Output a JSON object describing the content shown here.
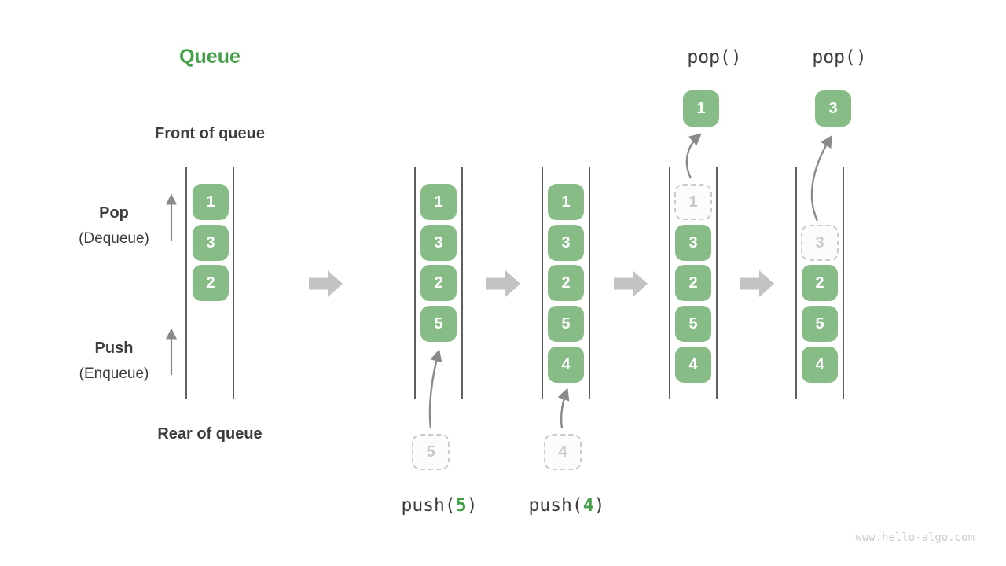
{
  "title": "Queue",
  "watermark": "www.hello-algo.com",
  "side_labels": {
    "front": "Front of queue",
    "rear": "Rear of queue",
    "pop_title": "Pop",
    "pop_sub": "(Dequeue)",
    "push_title": "Push",
    "push_sub": "(Enqueue)"
  },
  "colors": {
    "accent_green": "#43A047",
    "box_green": "#87BC87",
    "cell_text": "#FFFFFF",
    "line_color": "#5F5F5F",
    "thin_arrow": "#8A8A8A",
    "block_arrow": "#C3C3C3",
    "dashed_border": "#CBCBCB",
    "dashed_text": "#C9C9C9",
    "dashed_fill": "#FCFCFC",
    "text_dark": "#3D3D3D",
    "watermark_color": "#CCCCCC"
  },
  "queues": [
    {
      "name": "initial",
      "cells": [
        "1",
        "3",
        "2"
      ]
    },
    {
      "name": "after-push-5",
      "cells": [
        "1",
        "3",
        "2",
        "5"
      ],
      "staged": "5",
      "op": {
        "prefix": "push(",
        "arg": "5",
        "suffix": ")"
      }
    },
    {
      "name": "after-push-4",
      "cells": [
        "1",
        "3",
        "2",
        "5",
        "4"
      ],
      "staged": "4",
      "op": {
        "prefix": "push(",
        "arg": "4",
        "suffix": ")"
      }
    },
    {
      "name": "pop-front-1",
      "removed": "1",
      "cells": [
        "3",
        "2",
        "5",
        "4"
      ],
      "popped": "1",
      "op": {
        "text": "pop()"
      }
    },
    {
      "name": "pop-front-3",
      "removed": "3",
      "cells": [
        "2",
        "5",
        "4"
      ],
      "popped": "3",
      "op": {
        "text": "pop()"
      }
    }
  ]
}
